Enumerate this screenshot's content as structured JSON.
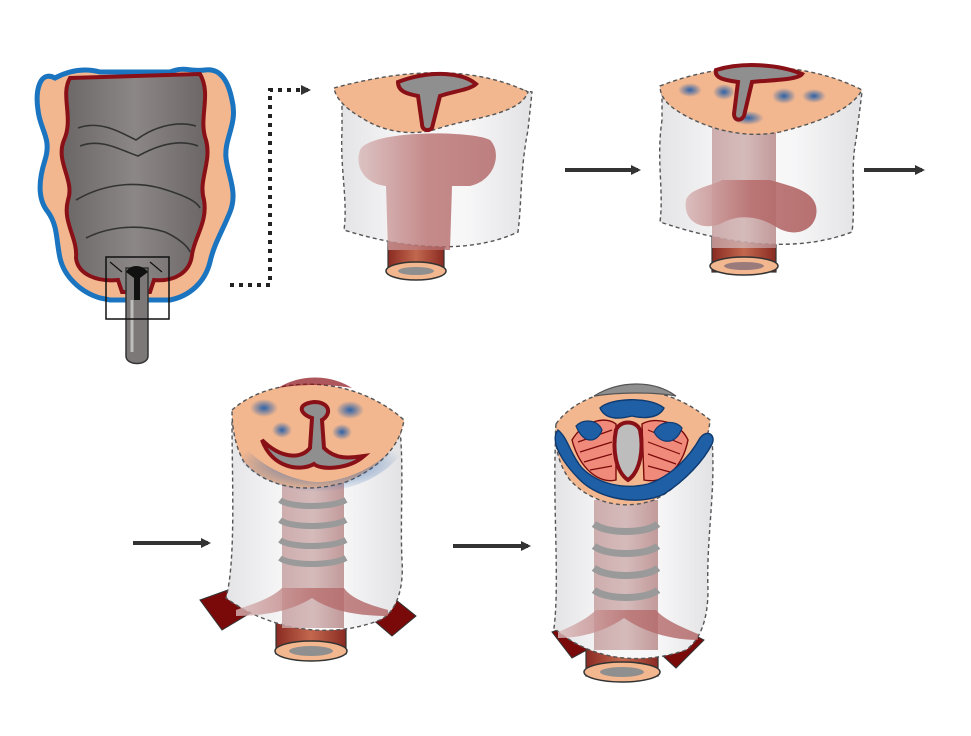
{
  "figure": {
    "panels": [
      {
        "id": "embryo-overview"
      },
      {
        "id": "stage-1"
      },
      {
        "id": "stage-2"
      },
      {
        "id": "stage-3"
      },
      {
        "id": "stage-4"
      }
    ]
  },
  "colors": {
    "background": "#ffffff",
    "ectoderm_outline": "#1b74bf",
    "pharyngeal_floor": "#f3b78f",
    "embryo_body": "#7d7878",
    "laryngeal_edge": "#8a1018",
    "lumen": "#8f8f8f",
    "mesenchyme": "#b66a6a",
    "tracheal_ring": "#9a9a9a",
    "cartilage": "#1f5fa6",
    "muscle": "#7a0a0a",
    "arrow": "#333333",
    "dashed_outline": "#555555"
  }
}
